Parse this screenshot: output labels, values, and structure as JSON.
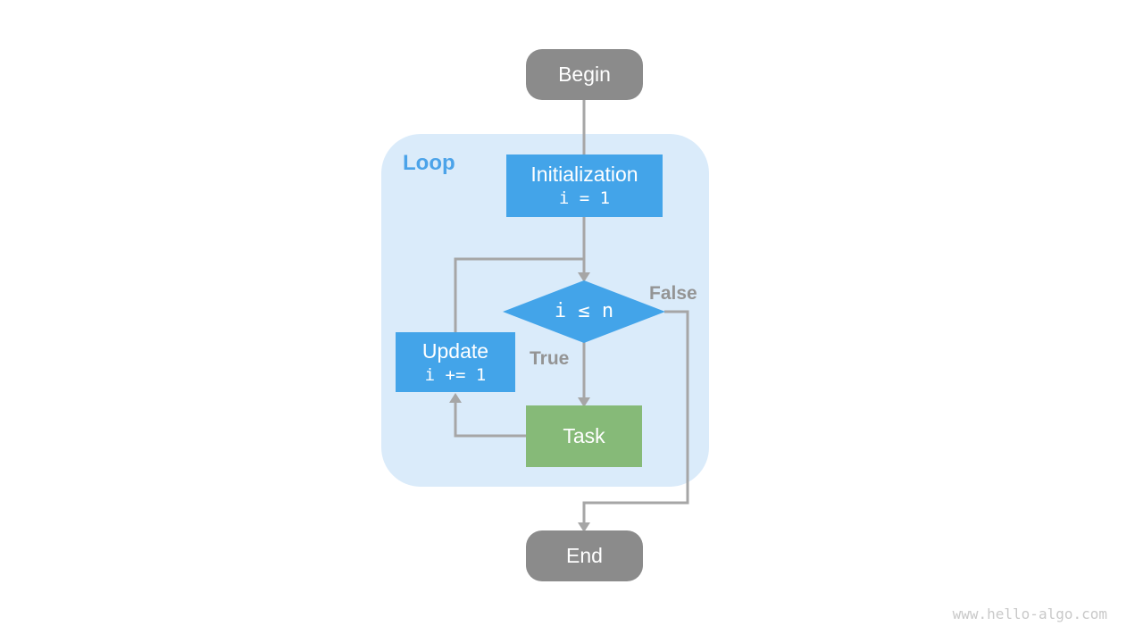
{
  "diagram": {
    "title_implicit": "while loop flowchart",
    "nodes": {
      "begin": {
        "label": "Begin",
        "type": "terminal"
      },
      "initialization": {
        "title": "Initialization",
        "code": "i = 1",
        "type": "process"
      },
      "condition": {
        "code": "i ≤ n",
        "type": "decision"
      },
      "update": {
        "title": "Update",
        "code": "i += 1",
        "type": "process"
      },
      "task": {
        "label": "Task",
        "type": "process"
      },
      "end": {
        "label": "End",
        "type": "terminal"
      }
    },
    "labels": {
      "loop": "Loop",
      "true": "True",
      "false": "False"
    },
    "edges": [
      {
        "from": "begin",
        "to": "initialization",
        "label": ""
      },
      {
        "from": "initialization",
        "to": "condition",
        "label": ""
      },
      {
        "from": "condition",
        "to": "task",
        "label": "True"
      },
      {
        "from": "task",
        "to": "update",
        "label": ""
      },
      {
        "from": "update",
        "to": "condition",
        "label": ""
      },
      {
        "from": "condition",
        "to": "end",
        "label": "False"
      }
    ],
    "colors": {
      "node_blue": "#43A4E9",
      "node_green": "#86BA78",
      "node_gray": "#8B8B8B",
      "loop_bg": "#DAEBFA",
      "loop_label": "#4BA3E9",
      "edge": "#A6A6A6",
      "edge_label": "#949494",
      "watermark": "#C9C9C9"
    },
    "watermark": "www.hello-algo.com"
  }
}
